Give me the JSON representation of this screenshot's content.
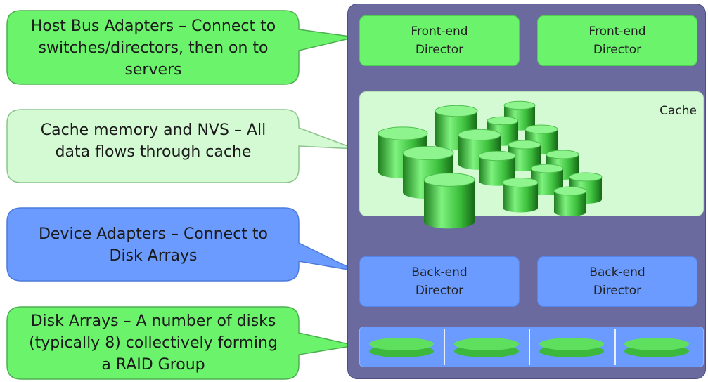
{
  "callouts": [
    {
      "line1": "Host Bus Adapters – Connect to",
      "line2": "switches/directors, then on to",
      "line3": "servers"
    },
    {
      "line1": "Cache memory and NVS – All",
      "line2": "data flows through cache"
    },
    {
      "line1": "Device Adapters – Connect to",
      "line2": "Disk Arrays"
    },
    {
      "line1": "Disk Arrays – A number of disks",
      "line2": "(typically 8) collectively forming",
      "line3": "a RAID Group"
    }
  ],
  "storage_system": {
    "front_end": [
      {
        "line1": "Front-end",
        "line2": "Director"
      },
      {
        "line1": "Front-end",
        "line2": "Director"
      }
    ],
    "cache_label": "Cache",
    "back_end": [
      {
        "line1": "Back-end",
        "line2": "Director"
      },
      {
        "line1": "Back-end",
        "line2": "Director"
      }
    ],
    "disk_array_slots": 4
  },
  "colors": {
    "green_callout": "#6bf36b",
    "light_green_callout": "#d3fad3",
    "blue_callout": "#6b9bff",
    "enclosure": "#6a6a9e",
    "disk_green": "#5ee05e"
  }
}
